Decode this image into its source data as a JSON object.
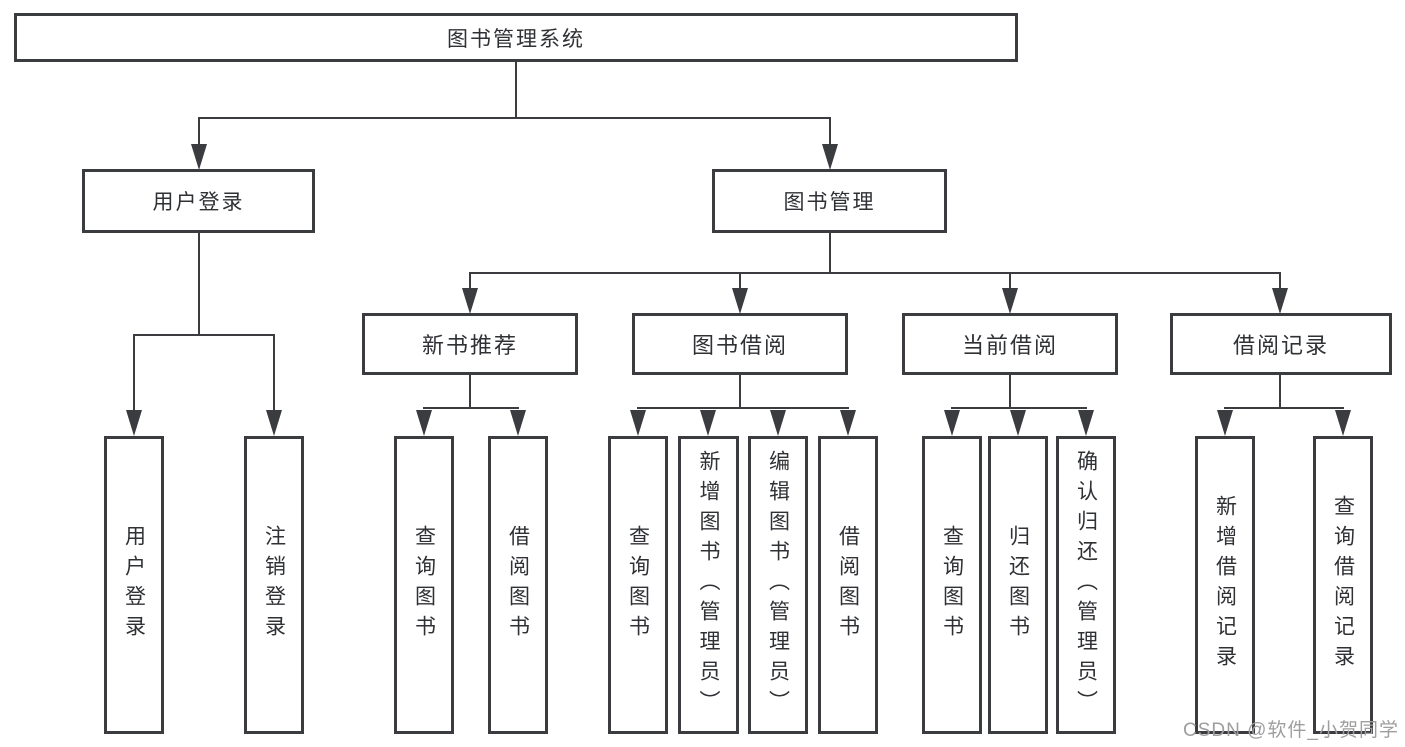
{
  "nodes": {
    "root": "图书管理系统",
    "user_login": "用户登录",
    "book_manage": "图书管理",
    "new_book": "新书推荐",
    "book_borrow": "图书借阅",
    "current_borrow": "当前借阅",
    "borrow_record": "借阅记录"
  },
  "leaves": {
    "user_login": [
      "用户登录",
      "注销登录"
    ],
    "new_book": [
      "查询图书",
      "借阅图书"
    ],
    "book_borrow": [
      "查询图书",
      "新增图书（管理员）",
      "编辑图书（管理员）",
      "借阅图书"
    ],
    "current_borrow": [
      "查询图书",
      "归还图书",
      "确认归还（管理员）"
    ],
    "borrow_record": [
      "新增借阅记录",
      "查询借阅记录"
    ]
  },
  "watermark": "CSDN @软件_小贺同学",
  "colors": {
    "line": "#3a3c40",
    "text": "#2f3135",
    "watermark": "#9e9e9e",
    "background": "#ffffff"
  }
}
